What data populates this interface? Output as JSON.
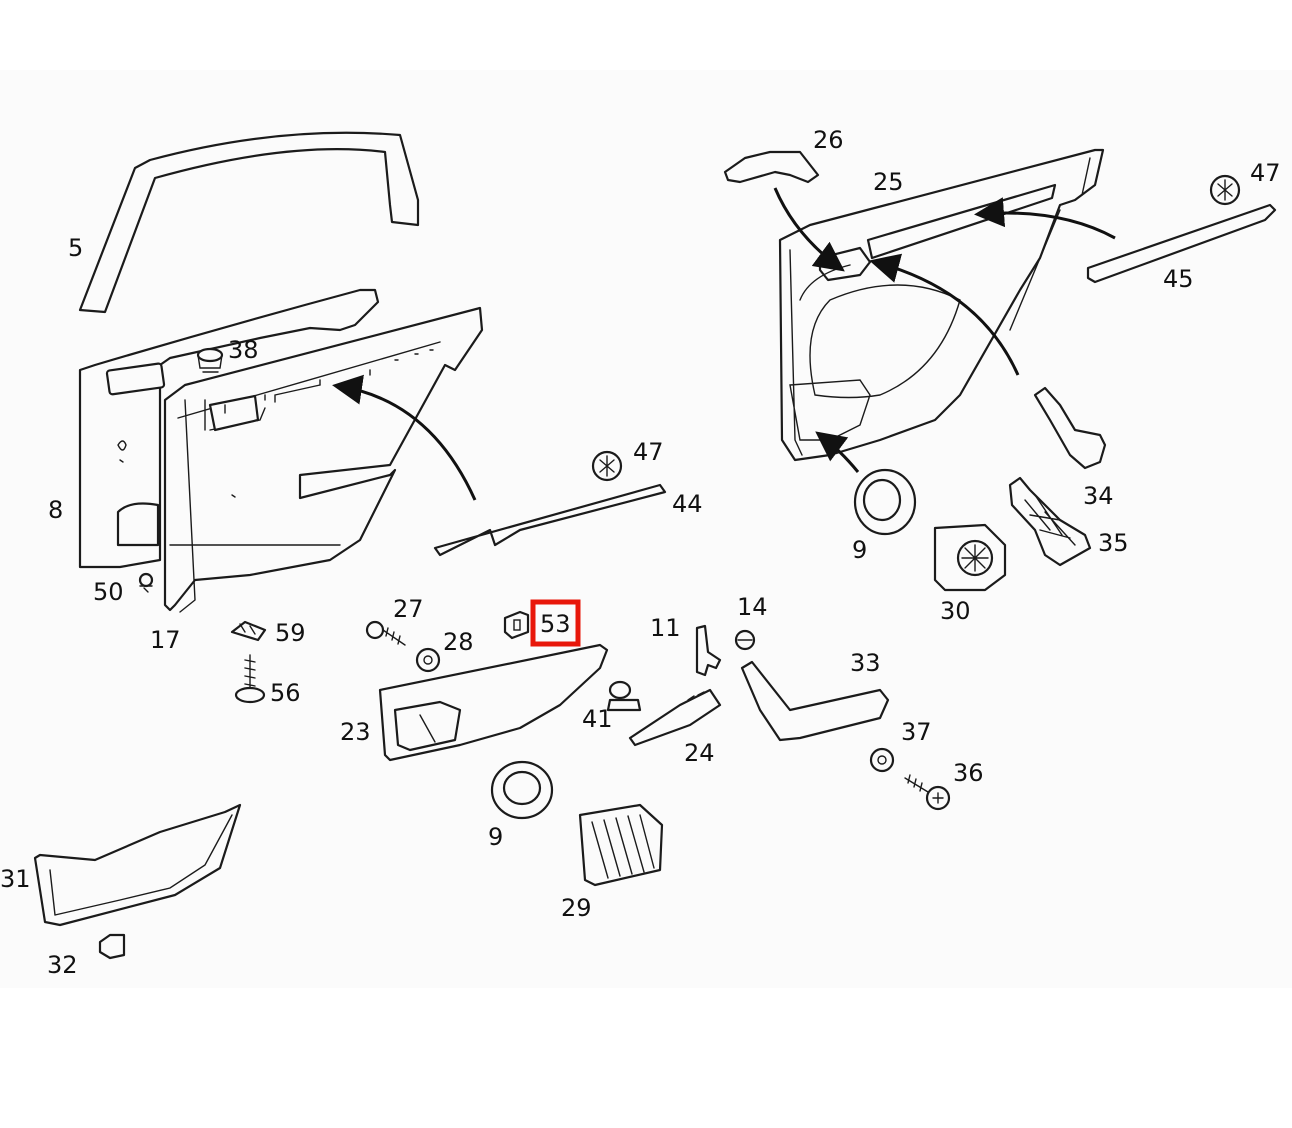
{
  "diagram": {
    "highlight_color": "#e8170a",
    "highlighted_part": "53",
    "labels": {
      "l5": "5",
      "l8": "8",
      "l38": "38",
      "l50": "50",
      "l17": "17",
      "l59": "59",
      "l56": "56",
      "l47a": "47",
      "l44": "44",
      "l27": "27",
      "l28": "28",
      "l53": "53",
      "l23": "23",
      "l11": "11",
      "l14": "14",
      "l41": "41",
      "l24": "24",
      "l33": "33",
      "l37": "37",
      "l36": "36",
      "l9a": "9",
      "l29": "29",
      "l31": "31",
      "l32": "32",
      "l26": "26",
      "l25": "25",
      "l47b": "47",
      "l45": "45",
      "l34": "34",
      "l35": "35",
      "l9b": "9",
      "l30": "30"
    }
  }
}
